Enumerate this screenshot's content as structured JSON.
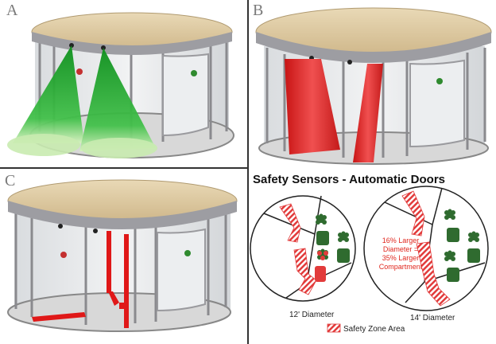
{
  "panels": {
    "a": {
      "letter": "A"
    },
    "b": {
      "letter": "B"
    },
    "c": {
      "letter": "C"
    }
  },
  "diagram": {
    "title": "Safety Sensors - Automatic Doors",
    "left_label": "12' Diameter",
    "right_label": "14' Diameter",
    "note_lines": [
      "16% Larger",
      "Diameter =",
      "35% Larger",
      "Compartment"
    ],
    "legend": "Safety Zone Area"
  },
  "colors": {
    "tabletop": "#dcc8a0",
    "frame": "#a9a9ad",
    "glass": "#e6e8ea",
    "sensor_green": "#2fb32f",
    "sensor_red": "#e02a2a",
    "hatch_red": "#e23b3b",
    "plant_green": "#2f6b2f"
  }
}
